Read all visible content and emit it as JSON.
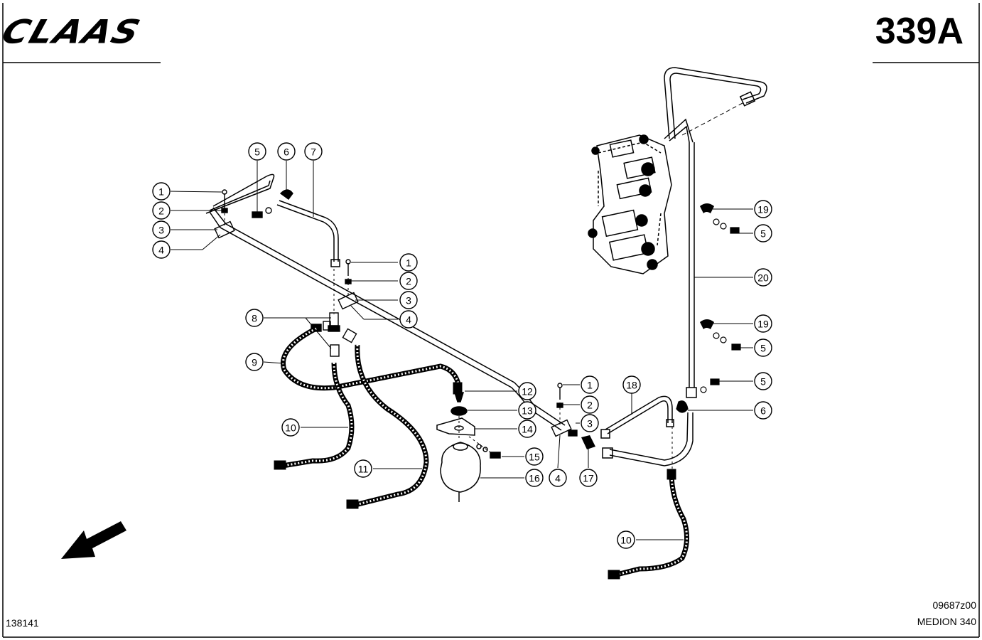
{
  "header": {
    "brand_logo": "CLAAS",
    "page_code": "339A"
  },
  "footer": {
    "sheet_number": "138141",
    "drawing_id": "09687z00",
    "model": "MEDION 340"
  },
  "callouts": [
    {
      "id": "c1a",
      "label": "1"
    },
    {
      "id": "c2a",
      "label": "2"
    },
    {
      "id": "c3a",
      "label": "3"
    },
    {
      "id": "c4a",
      "label": "4"
    },
    {
      "id": "c5a",
      "label": "5"
    },
    {
      "id": "c6a",
      "label": "6"
    },
    {
      "id": "c7",
      "label": "7"
    },
    {
      "id": "c1b",
      "label": "1"
    },
    {
      "id": "c2b",
      "label": "2"
    },
    {
      "id": "c3b",
      "label": "3"
    },
    {
      "id": "c4b",
      "label": "4"
    },
    {
      "id": "c8",
      "label": "8"
    },
    {
      "id": "c9",
      "label": "9"
    },
    {
      "id": "c10a",
      "label": "10"
    },
    {
      "id": "c11",
      "label": "11"
    },
    {
      "id": "c12",
      "label": "12"
    },
    {
      "id": "c13",
      "label": "13"
    },
    {
      "id": "c14",
      "label": "14"
    },
    {
      "id": "c15",
      "label": "15"
    },
    {
      "id": "c16",
      "label": "16"
    },
    {
      "id": "c1c",
      "label": "1"
    },
    {
      "id": "c2c",
      "label": "2"
    },
    {
      "id": "c3c",
      "label": "3"
    },
    {
      "id": "c4c",
      "label": "4"
    },
    {
      "id": "c17",
      "label": "17"
    },
    {
      "id": "c18",
      "label": "18"
    },
    {
      "id": "c19a",
      "label": "19"
    },
    {
      "id": "c5b",
      "label": "5"
    },
    {
      "id": "c20",
      "label": "20"
    },
    {
      "id": "c19b",
      "label": "19"
    },
    {
      "id": "c5c",
      "label": "5"
    },
    {
      "id": "c5d",
      "label": "5"
    },
    {
      "id": "c6b",
      "label": "6"
    },
    {
      "id": "c10b",
      "label": "10"
    }
  ]
}
